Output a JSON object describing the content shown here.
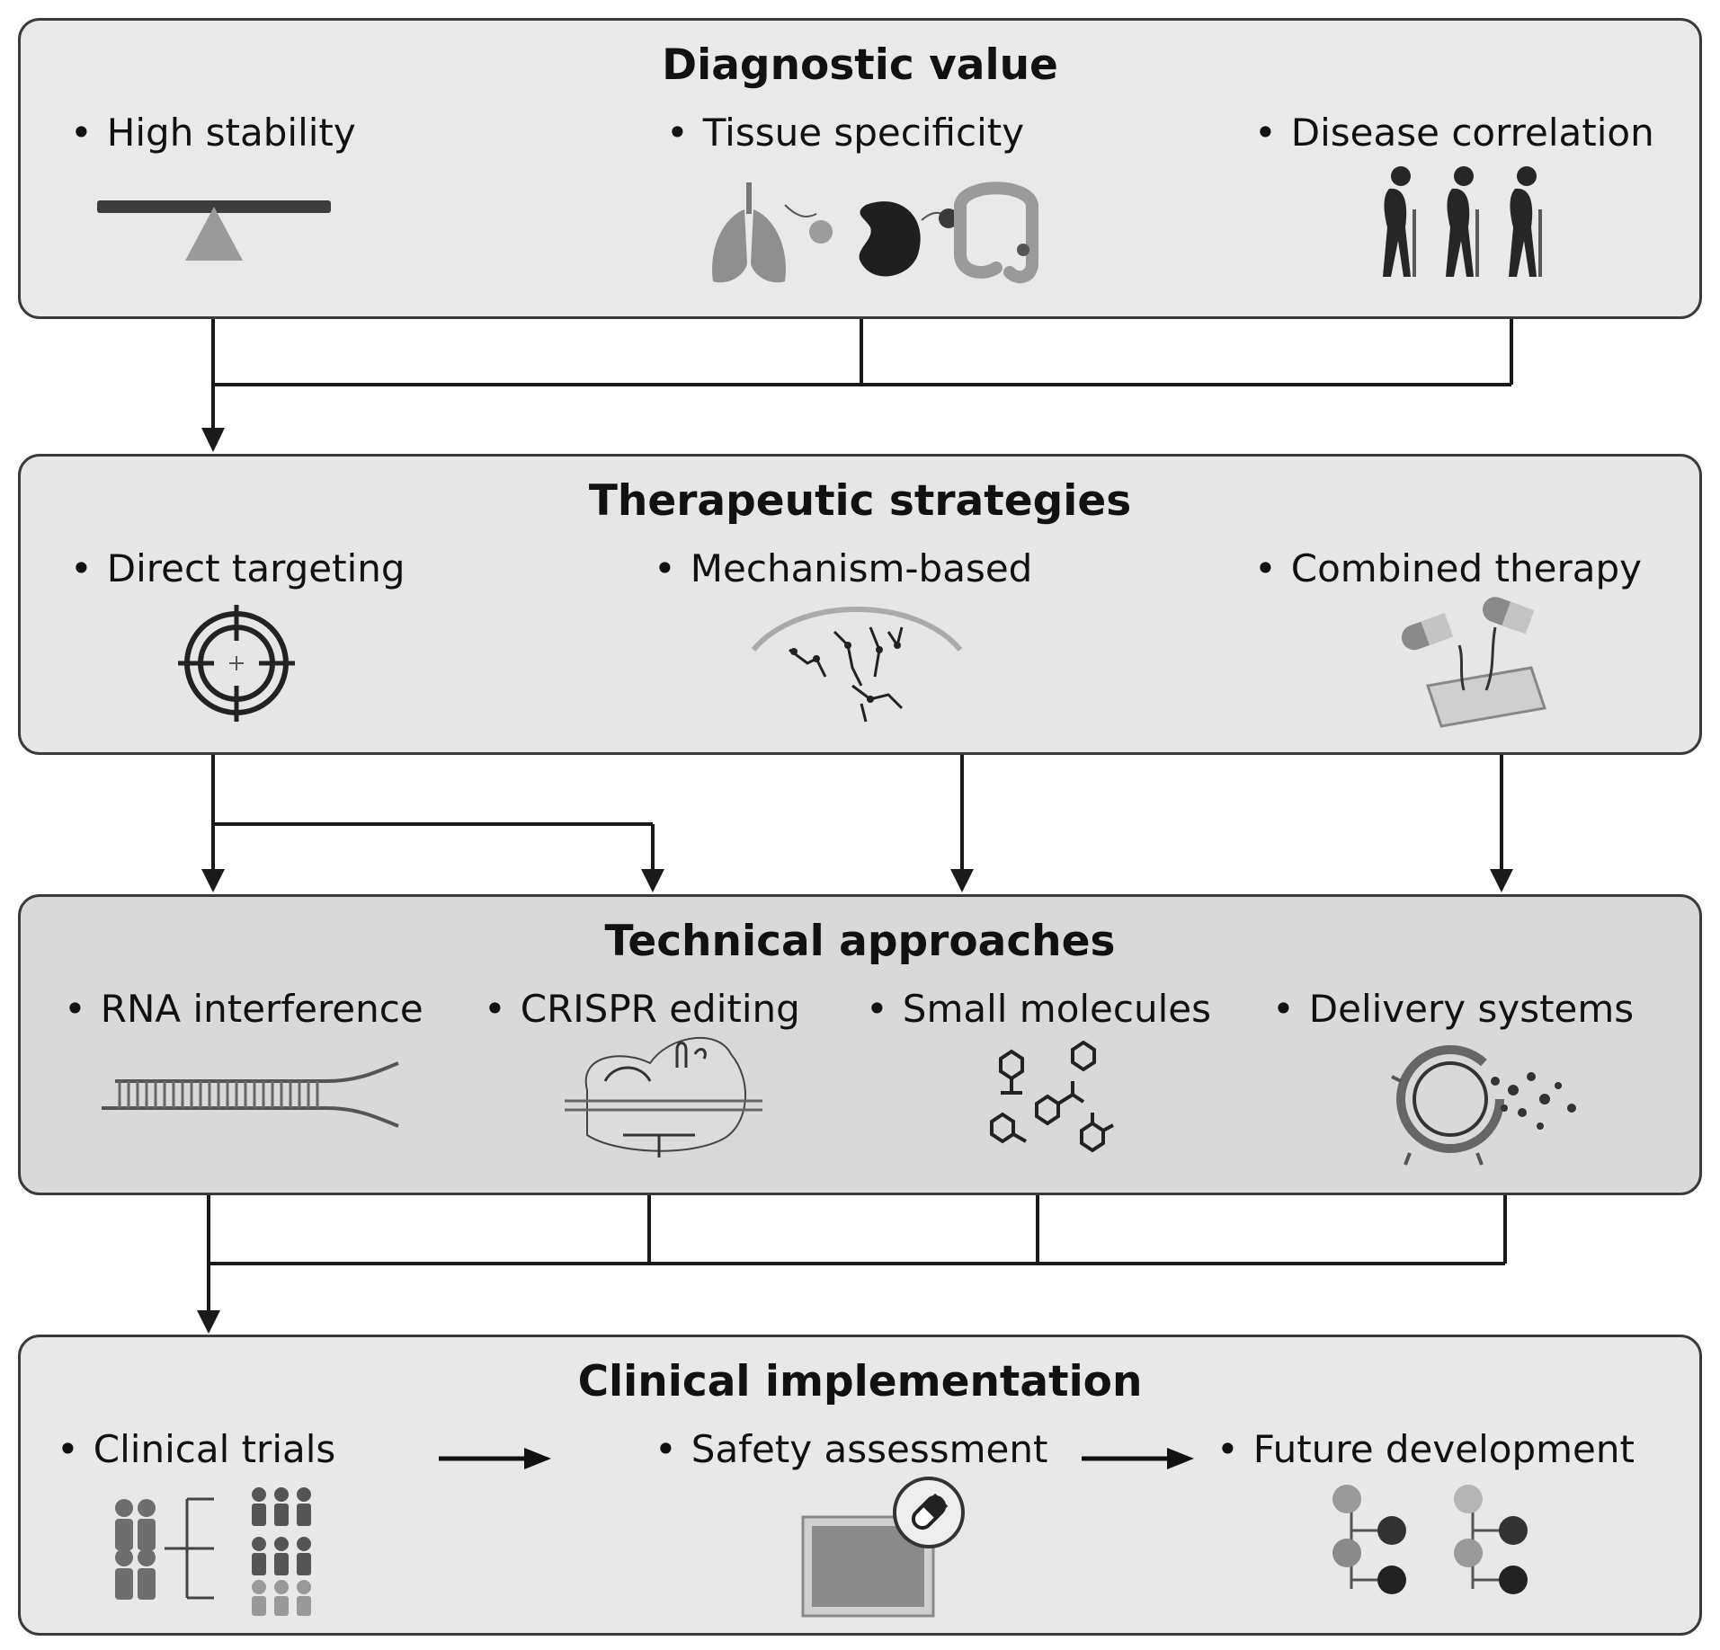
{
  "panels": {
    "diagnostic": {
      "title": "Diagnostic value",
      "items": [
        "High stability",
        "Tissue specificity",
        "Disease correlation"
      ]
    },
    "therapeutic": {
      "title": "Therapeutic strategies",
      "items": [
        "Direct targeting",
        "Mechanism-based",
        "Combined therapy"
      ]
    },
    "technical": {
      "title": "Technical approaches",
      "items": [
        "RNA interference",
        "CRISPR editing",
        "Small molecules",
        "Delivery systems"
      ]
    },
    "clinical": {
      "title": "Clinical implementation",
      "items": [
        "Clinical trials",
        "Safety assessment",
        "Future development"
      ]
    }
  },
  "icons": {
    "high_stability": "balance-scale-icon",
    "tissue_specificity": "organs-icon",
    "disease_correlation": "patients-icon",
    "direct_targeting": "target-crosshair-icon",
    "mechanism_based": "molecular-mechanism-icon",
    "combined_therapy": "capsules-icon",
    "rna_interference": "double-strand-rna-icon",
    "crispr_editing": "crispr-complex-icon",
    "small_molecules": "molecules-icon",
    "delivery_systems": "nanoparticle-icon",
    "clinical_trials": "trial-groups-icon",
    "safety_assessment": "well-plate-pill-icon",
    "future_development": "development-nodes-icon"
  },
  "colors": {
    "border": "#3a3a3a",
    "panel_light": "#e9e9e9",
    "panel_dark": "#d9d9d9",
    "connector": "#1a1a1a"
  }
}
